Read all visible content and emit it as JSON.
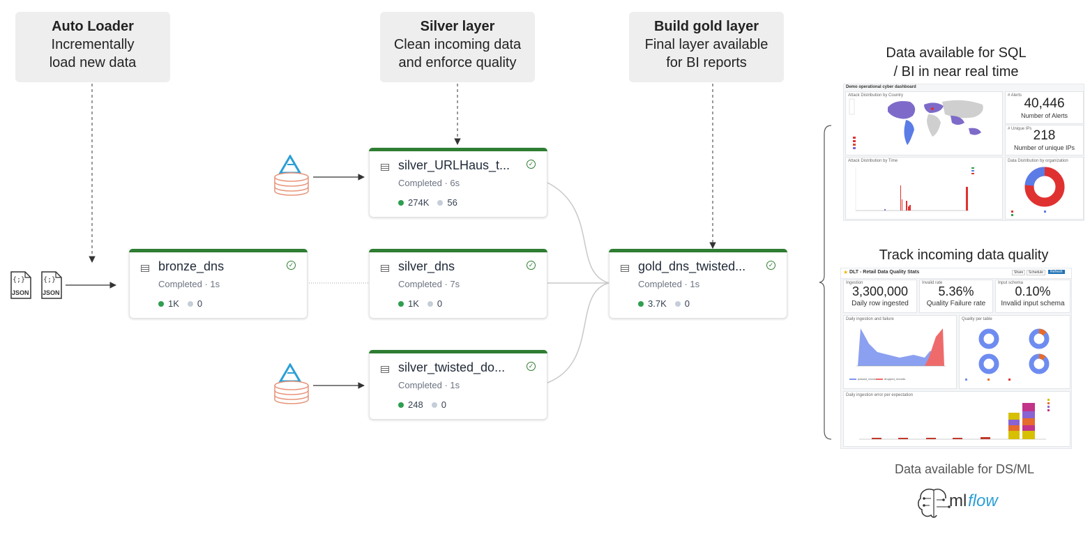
{
  "callouts": [
    {
      "title": "Auto Loader",
      "line1": "Incrementally",
      "line2": "load new data"
    },
    {
      "title": "Silver layer",
      "line1": "Clean incoming data",
      "line2": "and enforce quality"
    },
    {
      "title": "Build gold layer",
      "line1": "Final layer available",
      "line2": "for BI reports"
    }
  ],
  "sources": {
    "json_label": "JSON",
    "json_glyph": "{;}"
  },
  "nodes": {
    "bronze": {
      "name": "bronze_dns",
      "status": "Completed · 1s",
      "rows": "1K",
      "dropped": "0"
    },
    "silver_urlhaus": {
      "name": "silver_URLHaus_t...",
      "status": "Completed · 6s",
      "rows": "274K",
      "dropped": "56"
    },
    "silver_dns": {
      "name": "silver_dns",
      "status": "Completed · 7s",
      "rows": "1K",
      "dropped": "0"
    },
    "silver_twisted": {
      "name": "silver_twisted_do...",
      "status": "Completed · 1s",
      "rows": "248",
      "dropped": "0"
    },
    "gold": {
      "name": "gold_dns_twisted...",
      "status": "Completed · 1s",
      "rows": "3.7K",
      "dropped": "0"
    }
  },
  "right": {
    "sql_title_1": "Data available for SQL",
    "sql_title_2": "/ BI in near real time",
    "quality_title": "Track incoming data quality",
    "dsml": "Data available for DS/ML",
    "mlflow_ml": "ml",
    "mlflow_flow": "flow"
  },
  "cyber_dashboard": {
    "title": "Demo operational cyber dashboard",
    "map_title": "Attack Distribution by Country",
    "alerts_head": "# Alerts",
    "alerts_value": "40,446",
    "alerts_label": "Number of Alerts",
    "ips_head": "# Unique IPs",
    "ips_value": "218",
    "ips_label": "Number of unique IPs",
    "time_title": "Attack Distribution by Time",
    "org_title": "Data Distribution by organization"
  },
  "quality_dashboard": {
    "title": "DLT - Retail Data Quality Stats",
    "share": "Share",
    "schedule": "Schedule",
    "refresh": "Refresh",
    "kpis": [
      {
        "head": "Ingestion",
        "value": "3,300,000",
        "label": "Daily row ingested"
      },
      {
        "head": "Invalid rate",
        "value": "5.36%",
        "label": "Quality Failure rate"
      },
      {
        "head": "Input schema",
        "value": "0.10%",
        "label": "Invalid input schema"
      }
    ],
    "chart1_title": "Daily ingestion and failure",
    "chart2_title": "Quality per table",
    "chart3_title": "Daily ingestion error per expectation",
    "legend_passed": "passed_records",
    "legend_dropped": "dropped_records"
  },
  "colors": {
    "green": "#2e7d32",
    "purple": "#7e6bc9",
    "red": "#e03131",
    "blue": "#5b7ce6"
  }
}
